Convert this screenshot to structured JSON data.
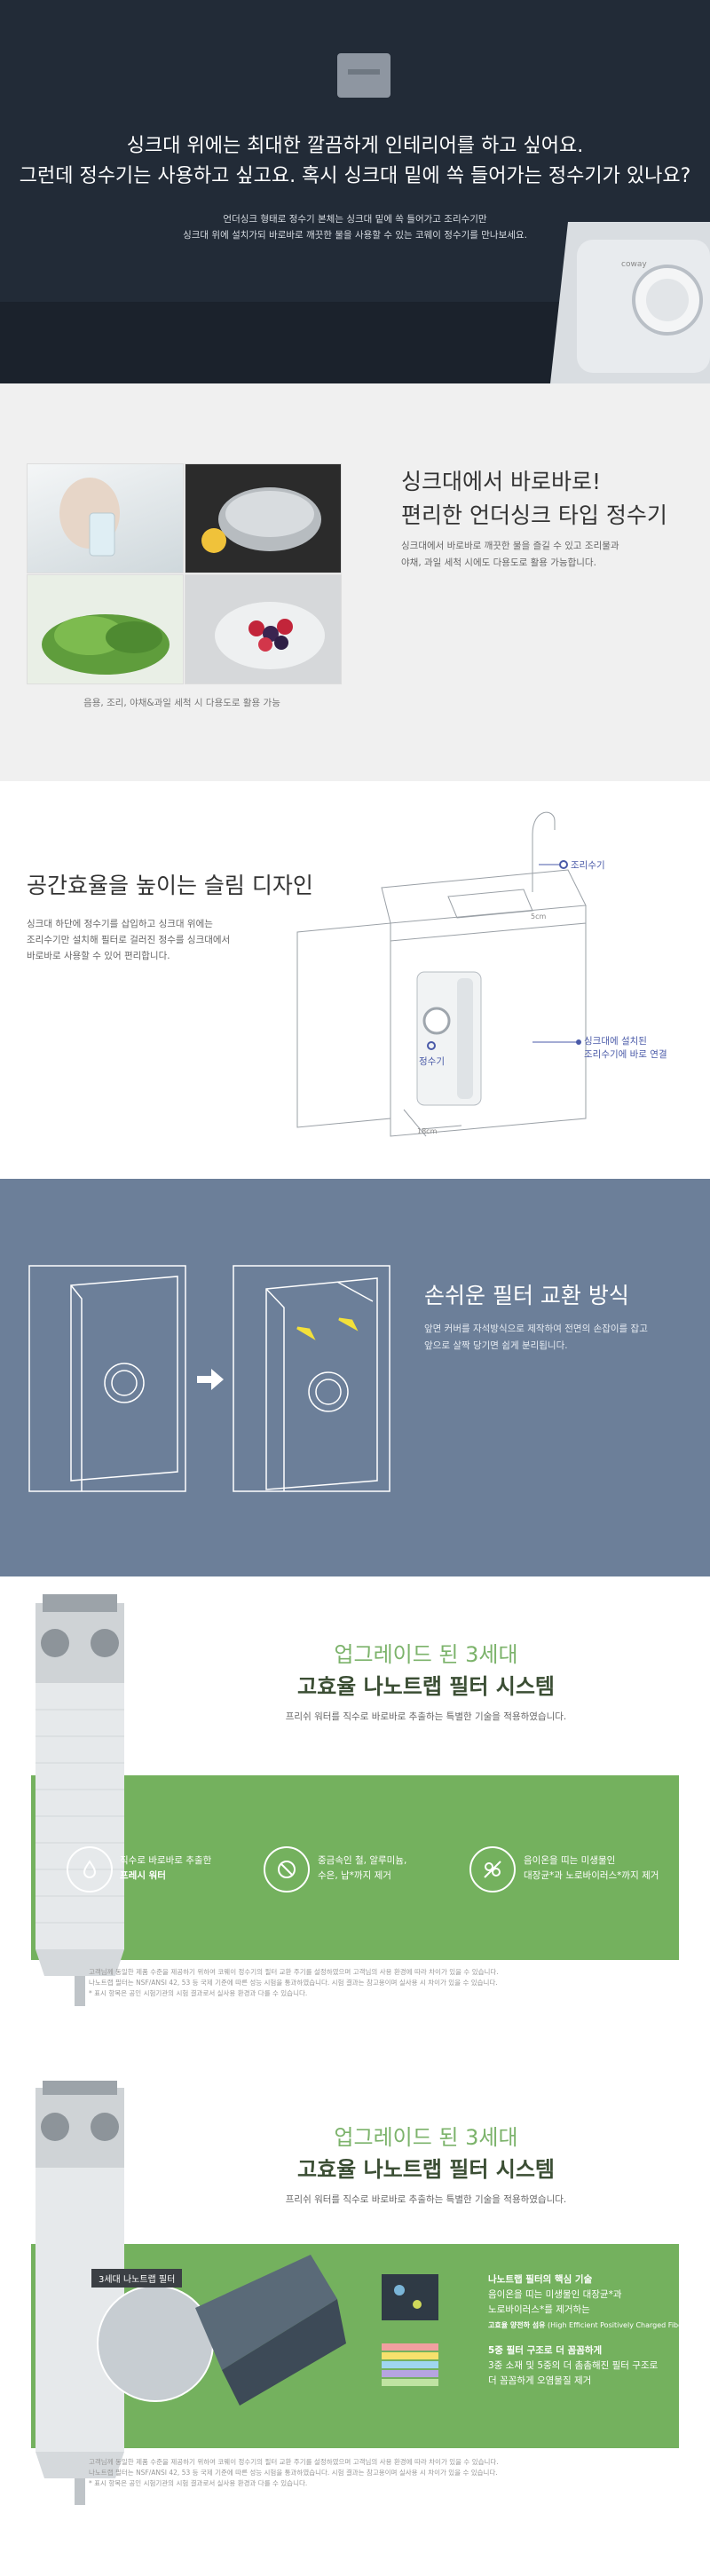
{
  "hero": {
    "headline_line1": "싱크대 위에는 최대한 깔끔하게 인테리어를 하고 싶어요.",
    "headline_line2": "그런데 정수기는 사용하고 싶고요. 혹시 싱크대 밑에 쏙 들어가는 정수기가 있나요?",
    "sub_line1": "언더싱크 형태로 정수기 본체는 싱크대 밑에 쏙 들어가고 조리수기만",
    "sub_line2": "싱크대 위에 설치가되 바로바로 깨끗한 물을 사용할 수 있는 코웨이 정수기를 만나보세요."
  },
  "usage": {
    "title_line1": "싱크대에서 바로바로!",
    "title_line2": "편리한 언더싱크 타입 정수기",
    "desc_line1": "싱크대에서 바로바로 깨끗한 물을 즐길 수 있고 조리물과",
    "desc_line2": "야채, 과일 세척 시에도 다용도로 활용 가능합니다.",
    "caption": "음용, 조리, 야채&과일 세척 시 다용도로 활용 가능"
  },
  "slim": {
    "title": "공간효율을 높이는 슬림 디자인",
    "desc_line1": "싱크대 하단에 정수기를 삽입하고 싱크대 위에는",
    "desc_line2": "조리수기만 설치해 필터로 걸러진 정수를 싱크대에서",
    "desc_line3": "바로바로 사용할 수 있어 편리합니다.",
    "label_faucet": "조리수기",
    "label_purifier": "정수기",
    "label_connect_line1": "싱크대에 설치된",
    "label_connect_line2": "조리수기에 바로 연결",
    "dim_width": "18cm",
    "dim_depth": "5cm"
  },
  "filter_change": {
    "title": "손쉬운 필터 교환 방식",
    "desc_line1": "앞면 커버를 자석방식으로 제작하여 전면의 손잡이를 잡고",
    "desc_line2": "앞으로 살짝 당기면 쉽게 분리됩니다."
  },
  "nano1": {
    "title_line1": "업그레이드 된 3세대",
    "title_line2": "고효율 나노트랩 필터 시스템",
    "sub": "프리쉬 워터를 직수로 바로바로 추출하는 특별한 기술을 적용하였습니다.",
    "feature1_line1": "직수로 바로바로 추출한",
    "feature1_line2": "프레시 워터",
    "feature2_line1": "중금속인 철, 알루미늄,",
    "feature2_line2": "수은, 납*까지 제거",
    "feature3_line1": "음이온을 띠는 미생물인",
    "feature3_line2": "대장균*과 노로바이러스*까지 제거",
    "fine_line1": "고객님께 동일한 제품 수준을 제공하기 위하여 코웨이 정수기의 필터 교환 주기를 설정하였으며 고객님의 사용 환경에 따라 차이가 있을 수 있습니다.",
    "fine_line2": "나노트랩 필터는 NSF/ANSI 42, 53 등 국제 기준에 따른 성능 시험을 통과하였습니다. 시험 결과는 참고용이며 실사용 시 차이가 있을 수 있습니다.",
    "fine_line3": "* 표시 항목은 공인 시험기관의 시험 결과로서 실사용 환경과 다를 수 있습니다."
  },
  "nano2": {
    "title_line1": "업그레이드 된 3세대",
    "title_line2": "고효율 나노트랩 필터 시스템",
    "sub": "프리쉬 워터를 직수로 바로바로 추출하는 특별한 기술을 적용하였습니다.",
    "badge": "3세대 나노트랩 필터",
    "point1_title": "나노트랩 필터의 핵심 기술",
    "point1_line1": "음이온을 띠는 미생물인 대장균*과",
    "point1_line2": "노로바이러스*를 제거하는",
    "point1_line3": "고효율 양전하 섬유",
    "point1_en": "(High Efficient Positively Charged Fiber)",
    "point2_title": "5중 필터 구조로 더 꼼꼼하게",
    "point2_line1": "3중 소재 및 5중의 더 촘촘해진 필터 구조로",
    "point2_line2": "더 꼼꼼하게 오염물질 제거",
    "fine_line1": "고객님께 동일한 제품 수준을 제공하기 위하여 코웨이 정수기의 필터 교환 주기를 설정하였으며 고객님의 사용 환경에 따라 차이가 있을 수 있습니다.",
    "fine_line2": "나노트랩 필터는 NSF/ANSI 42, 53 등 국제 기준에 따른 성능 시험을 통과하였습니다. 시험 결과는 참고용이며 실사용 시 차이가 있을 수 있습니다.",
    "fine_line3": "* 표시 항목은 공인 시험기관의 시험 결과로서 실사용 환경과 다를 수 있습니다."
  },
  "colors": {
    "accent_green": "#74b15e",
    "slate_blue": "#6c7f99",
    "label_blue": "#4a5aa8"
  }
}
